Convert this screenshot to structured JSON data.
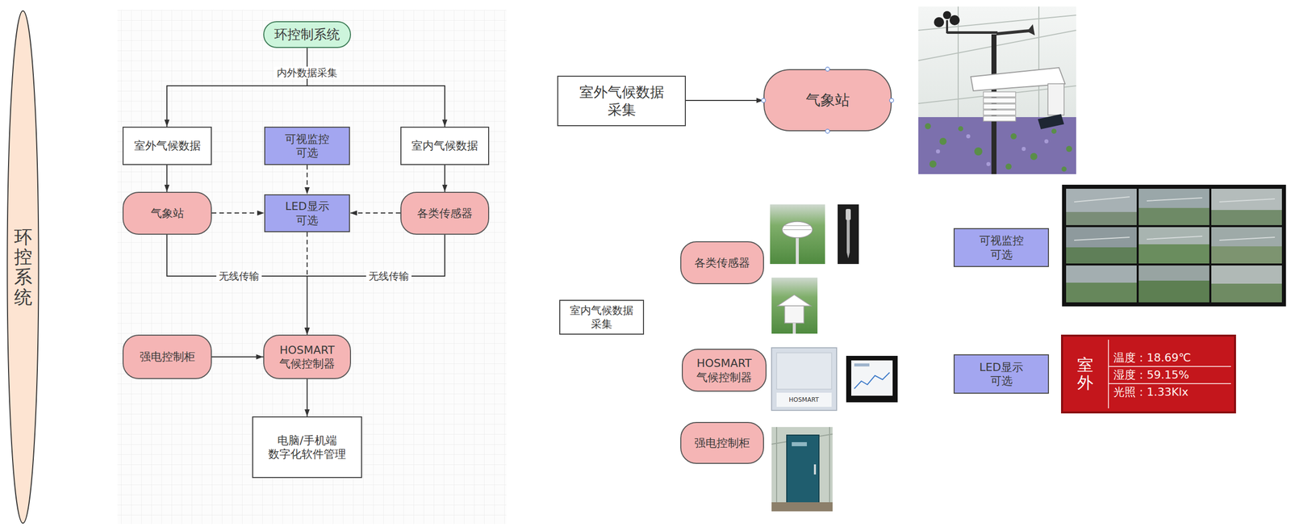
{
  "diagram": {
    "nodes": [
      {
        "text": [
          "环控系统"
        ]
      },
      {
        "text": [
          "环控制系统"
        ]
      },
      {
        "text": [
          "室外气候数据"
        ]
      },
      {
        "text": [
          "可视监控 可选"
        ]
      },
      {
        "text": [
          "室内气候数据"
        ]
      },
      {
        "text": [
          "气象站"
        ]
      },
      {
        "text": [
          "LED显示 可选"
        ]
      },
      {
        "text": [
          "各类传感器"
        ]
      },
      {
        "text": [
          "强电控制柜"
        ]
      },
      {
        "text": [
          "HOSMART 气候控制器"
        ]
      },
      {
        "text": [
          "电脑/手机端 数字化软件管理"
        ]
      },
      {
        "text": [
          "室外气候数据 采集"
        ]
      },
      {
        "text": [
          "气象站"
        ]
      },
      {
        "text": [
          "可视监控 可选"
        ]
      },
      {
        "text": [
          "各类传感器"
        ]
      },
      {
        "text": [
          "室内气候数据 采集"
        ]
      },
      {
        "text": [
          "HOSMART 气候控制器"
        ]
      },
      {
        "text": [
          "LED显示 可选"
        ]
      },
      {
        "text": [
          "强电控制柜"
        ]
      }
    ],
    "edges": [
      {
        "from": 1,
        "to": 2,
        "arrow": "to",
        "label": "内外数据采集"
      },
      {
        "from": 1,
        "to": 4,
        "arrow": "to"
      },
      {
        "from": 2,
        "to": 5,
        "arrow": "to"
      },
      {
        "from": 4,
        "to": 7,
        "arrow": "to"
      },
      {
        "from": 3,
        "to": 6,
        "arrow": "to"
      },
      {
        "from": 5,
        "to": 6,
        "arrow": "to"
      },
      {
        "from": 7,
        "to": 6,
        "arrow": "to"
      },
      {
        "from": 5,
        "to": 9,
        "arrow": "to",
        "label": "无线传输"
      },
      {
        "from": 7,
        "to": 9,
        "arrow": "to",
        "label": "无线传输"
      },
      {
        "from": 6,
        "to": 9,
        "arrow": "to"
      },
      {
        "from": 8,
        "to": 9,
        "arrow": "to"
      },
      {
        "from": 9,
        "to": 10,
        "arrow": "to"
      },
      {
        "from": 11,
        "to": 12,
        "arrow": "to"
      }
    ],
    "labels": [
      "HOSMART",
      "室外",
      "温度：18.69℃",
      "湿度：59.15%",
      "光照：1.33Klx"
    ]
  }
}
